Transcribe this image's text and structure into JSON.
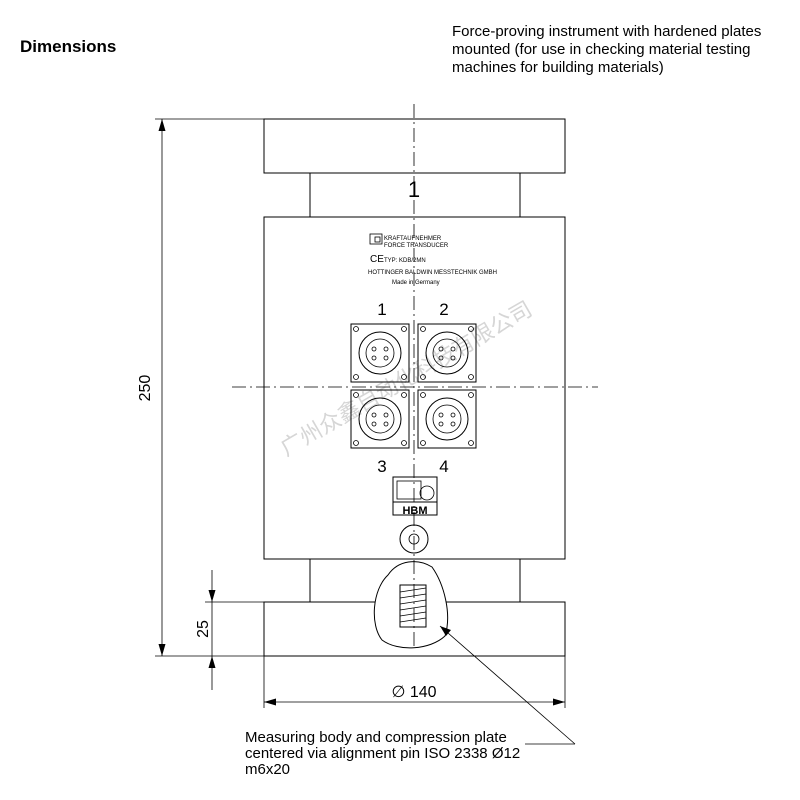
{
  "heading": "Dimensions",
  "description": "Force-proving instrument with hardened plates mounted (for use in checking material testing machines for building materials)",
  "callout": "Measuring body and compression plate centered via alignment pin ISO 2338 Ø12 m6x20",
  "dimensions": {
    "height": "250",
    "plate_height": "25",
    "diameter": "∅ 140"
  },
  "center_marker": "1",
  "connectors": [
    "1",
    "2",
    "3",
    "4"
  ],
  "label_plate": {
    "line1": "KRAFTAUFNEHMER",
    "line2": "FORCE TRANSDUCER",
    "ce": "CE",
    "type": "TYP: KDB/2MN",
    "maker": "HOTTINGER BALDWIN MESSTECHNIK GMBH",
    "origin": "Made in Germany"
  },
  "logo_text": "HBM",
  "watermark": "广州众鑫自动化科技有限公司"
}
